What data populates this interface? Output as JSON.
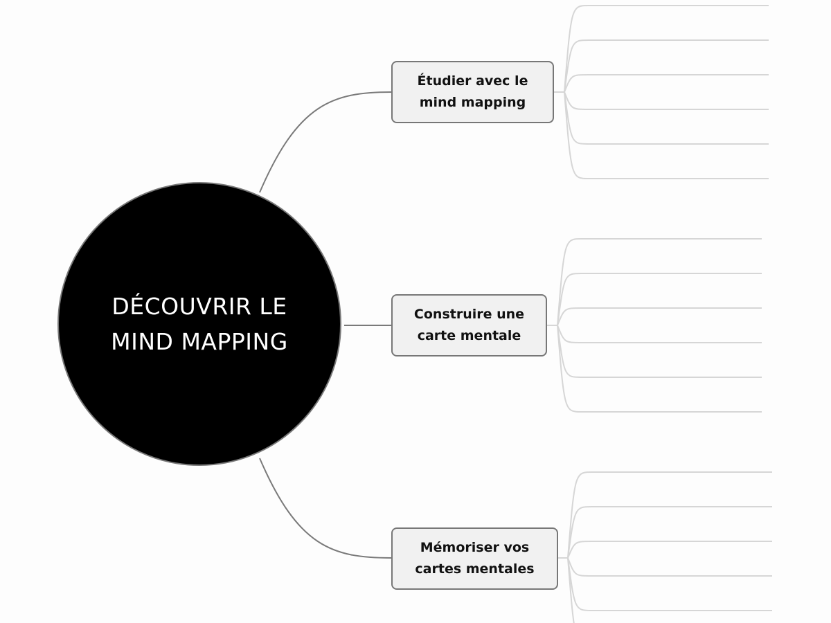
{
  "central_topic": {
    "label": "DÉCOUVRIR LE MIND MAPPING",
    "fill": "#000000",
    "text_color": "#ffffff"
  },
  "branches": [
    {
      "label": "Étudier avec le mind mapping",
      "empty_subtopics": 6
    },
    {
      "label": "Construire une carte mentale",
      "empty_subtopics": 6
    },
    {
      "label": "Mémoriser vos cartes mentales",
      "empty_subtopics": 6
    }
  ],
  "colors": {
    "branch_line": "#7a7a7a",
    "subtopic_line": "#d6d6d6",
    "node_fill": "#f1f1f1"
  }
}
